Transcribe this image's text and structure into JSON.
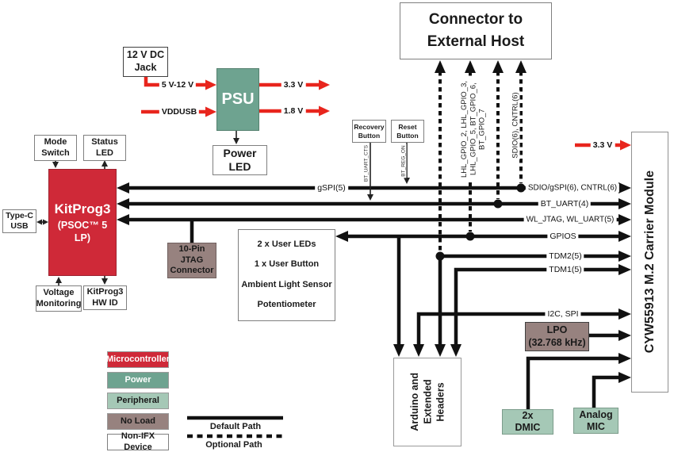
{
  "boxes": {
    "connector_external_host": "Connector to\nExternal Host",
    "dc_jack": "12 V DC\nJack",
    "psu": "PSU",
    "power_led": "Power LED",
    "mode_switch": "Mode\nSwitch",
    "status_led": "Status LED",
    "kitprog3_title": "KitProg3",
    "kitprog3_subtitle": "(PSOC™ 5 LP)",
    "type_c_usb": "Type-C\nUSB",
    "voltage_monitoring": "Voltage\nMonitoring",
    "kitprog3_hw_id": "KitProg3\nHW ID",
    "jtag_connector": "10-Pin JTAG\nConnector",
    "recovery_button": "Recovery\nButton",
    "reset_button": "Reset\nButton",
    "user_peripherals": {
      "line1": "2 x User LEDs",
      "line2": "1 x User Button",
      "line3": "Ambient Light Sensor",
      "line4": "Potentiometer"
    },
    "arduino_headers": "Arduino and\nExtended\nHeaders",
    "lpo": "LPO\n(32.768 kHz)",
    "dmic": "2x\nDMIC",
    "analog_mic": "Analog\nMIC",
    "m2_module": "CYW55913 M.2 Carrier Module"
  },
  "signals": {
    "gspi5": "gSPI(5)",
    "sdio_gspi_cntrl": "SDIO/gSPI(6), CNTRL(6)",
    "bt_uart": "BT_UART(4)",
    "wl_jtag_wl_uart": "WL_JTAG, WL_UART(5)",
    "gpios": "GPIOS",
    "tdm2": "TDM2(5)",
    "tdm1": "TDM1(5)",
    "i2c_spi": "I2C, SPI",
    "bt_uart_cts": "BT_UART_CTS",
    "bt_reg_on": "BT_REG_ON",
    "lhl_gpio_group": "LHL_GPIO_2, LHL_GPIO_3,\nLHL_GPIO_5, BT_GPIO_6,\nBT_GPIO_7",
    "sdio_cntrl_group": "SDIO(6), CNTRL(6)"
  },
  "power_rails": {
    "input_5v_12v": "5 V-12 V",
    "vddusb": "VDDUSB",
    "out_3v3": "3.3 V",
    "out_1v8": "1.8 V",
    "module_3v3": "3.3 V"
  },
  "legend": {
    "items": [
      {
        "label": "Microcontroller",
        "color": "#cf2938"
      },
      {
        "label": "Power",
        "color": "#6ea390"
      },
      {
        "label": "Peripheral",
        "color": "#a5c8b6"
      },
      {
        "label": "No Load",
        "color": "#97827f"
      },
      {
        "label": "Non-IFX Device",
        "color": "#ffffff"
      }
    ],
    "default_path_label": "Default Path",
    "optional_path_label": "Optional Path"
  },
  "colors": {
    "microcontroller": "#cf2938",
    "power": "#6ea390",
    "peripheral": "#a5c8b6",
    "no_load": "#97827f",
    "power_rail_red": "#e8251d",
    "line_black": "#111111"
  }
}
